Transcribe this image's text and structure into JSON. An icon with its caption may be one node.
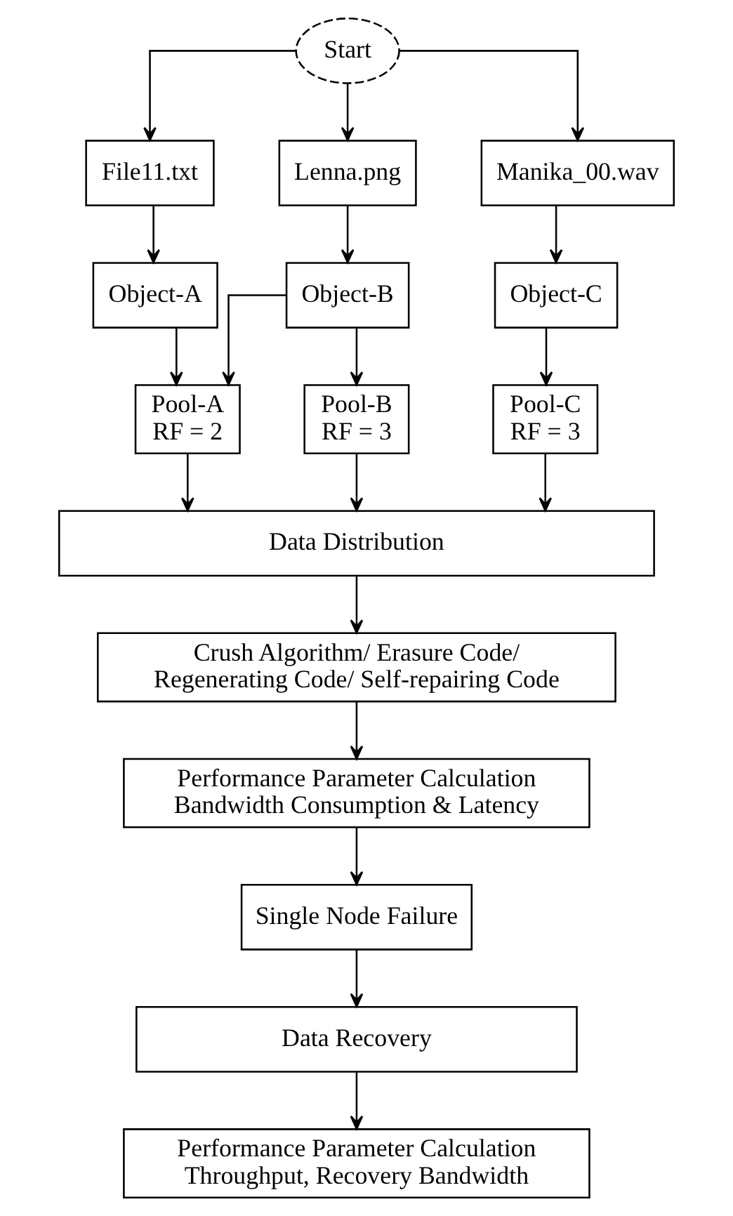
{
  "diagram": {
    "nodes": [
      {
        "text": [
          "Start"
        ]
      },
      {
        "text": [
          "File11.txt"
        ]
      },
      {
        "text": [
          "Lenna.png"
        ]
      },
      {
        "text": [
          "Manika_00.wav"
        ]
      },
      {
        "text": [
          "Object-A"
        ]
      },
      {
        "text": [
          "Object-B"
        ]
      },
      {
        "text": [
          "Object-C"
        ]
      },
      {
        "text": [
          "Pool-A",
          "RF = 2"
        ]
      },
      {
        "text": [
          "Pool-B",
          "RF = 3"
        ]
      },
      {
        "text": [
          "Pool-C",
          "RF = 3"
        ]
      },
      {
        "text": [
          "Data Distribution"
        ]
      },
      {
        "text": [
          "Crush Algorithm/ Erasure Code/ Regenerating Code/ Self-repairing Code"
        ]
      },
      {
        "text": [
          "Performance Parameter Calculation",
          "Bandwidth Consumption & Latency"
        ]
      },
      {
        "text": [
          "Single Node Failure"
        ]
      },
      {
        "text": [
          "Data Recovery"
        ]
      },
      {
        "text": [
          "Performance Parameter Calculation",
          "Throughput, Recovery Bandwidth"
        ]
      }
    ],
    "edges": [
      {
        "from": 0,
        "to": 1,
        "arrow": "to"
      },
      {
        "from": 0,
        "to": 2,
        "arrow": "to"
      },
      {
        "from": 0,
        "to": 3,
        "arrow": "to"
      },
      {
        "from": 1,
        "to": 4,
        "arrow": "to"
      },
      {
        "from": 2,
        "to": 5,
        "arrow": "to"
      },
      {
        "from": 3,
        "to": 6,
        "arrow": "to"
      },
      {
        "from": 4,
        "to": 7,
        "arrow": "to"
      },
      {
        "from": 5,
        "to": 7,
        "arrow": "to"
      },
      {
        "from": 5,
        "to": 8,
        "arrow": "to"
      },
      {
        "from": 6,
        "to": 9,
        "arrow": "to"
      },
      {
        "from": 7,
        "to": 10,
        "arrow": "to"
      },
      {
        "from": 8,
        "to": 10,
        "arrow": "to"
      },
      {
        "from": 9,
        "to": 10,
        "arrow": "to"
      },
      {
        "from": 10,
        "to": 11,
        "arrow": "to"
      },
      {
        "from": 11,
        "to": 12,
        "arrow": "to"
      },
      {
        "from": 12,
        "to": 13,
        "arrow": "to"
      },
      {
        "from": 13,
        "to": 14,
        "arrow": "to"
      },
      {
        "from": 14,
        "to": 15,
        "arrow": "to"
      }
    ]
  }
}
